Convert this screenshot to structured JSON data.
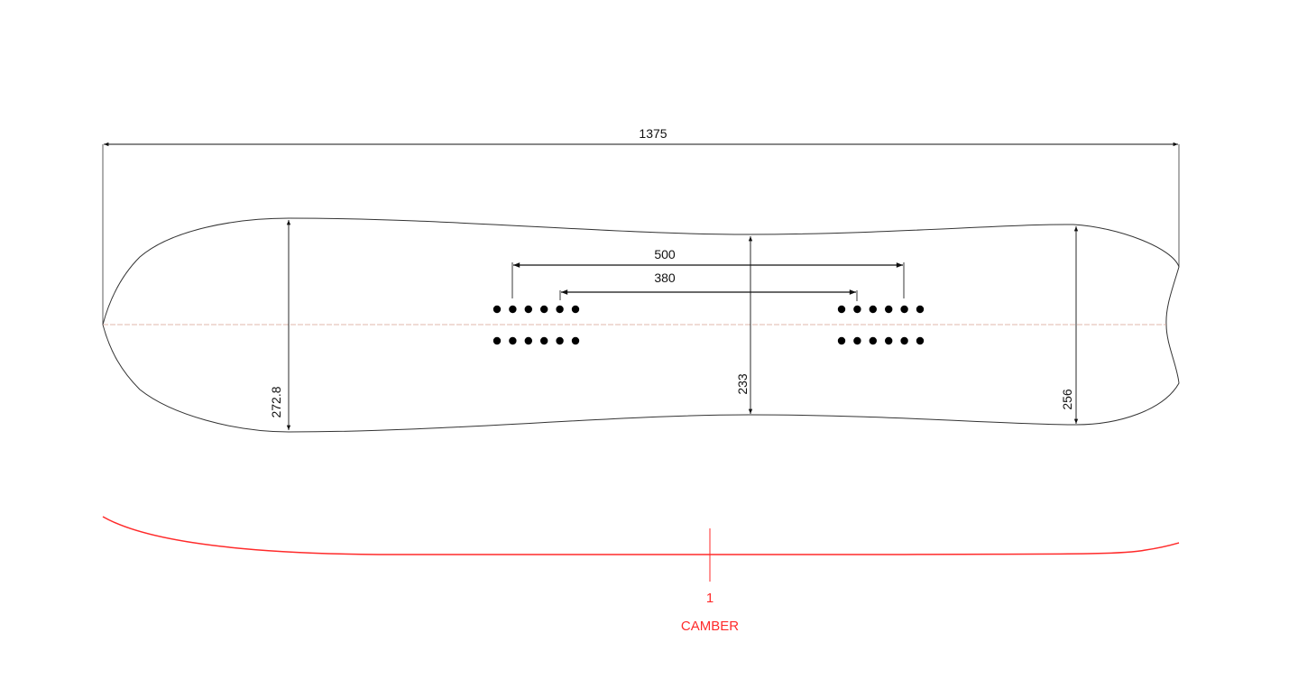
{
  "drawing": {
    "overall_length": "1375",
    "nose_width": "272.8",
    "waist_width": "233",
    "tail_width": "256",
    "stance_outer": "500",
    "stance_inner": "380",
    "insert_holes_per_row": 6,
    "insert_rows_per_binding": 2,
    "profile_marker": "1",
    "profile_label": "CAMBER"
  },
  "colors": {
    "outline": "#333333",
    "dimension": "#111111",
    "centerline": "#d9a090",
    "camber": "#ff2a2a"
  }
}
